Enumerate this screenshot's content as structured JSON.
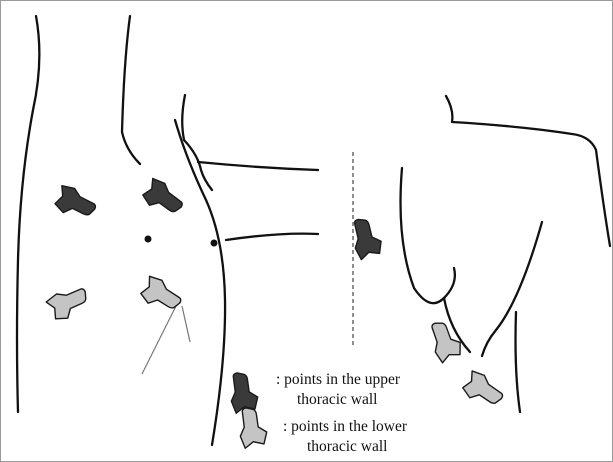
{
  "legend": {
    "upper": {
      "line1": ": points in the upper",
      "line2": "thoracic wall"
    },
    "lower": {
      "line1": ": points in the lower",
      "line2": "thoracic wall"
    }
  },
  "colors": {
    "upper_probe": "#3a3a3a",
    "lower_probe": "#c4c4c4",
    "outline": "#111111",
    "probe_edge": "#1a1a1a",
    "guide_line": "#777777",
    "frame": "#9a9a9a"
  },
  "icons": {
    "probe": "ultrasound-probe-icon",
    "landmark": "dot-marker"
  }
}
